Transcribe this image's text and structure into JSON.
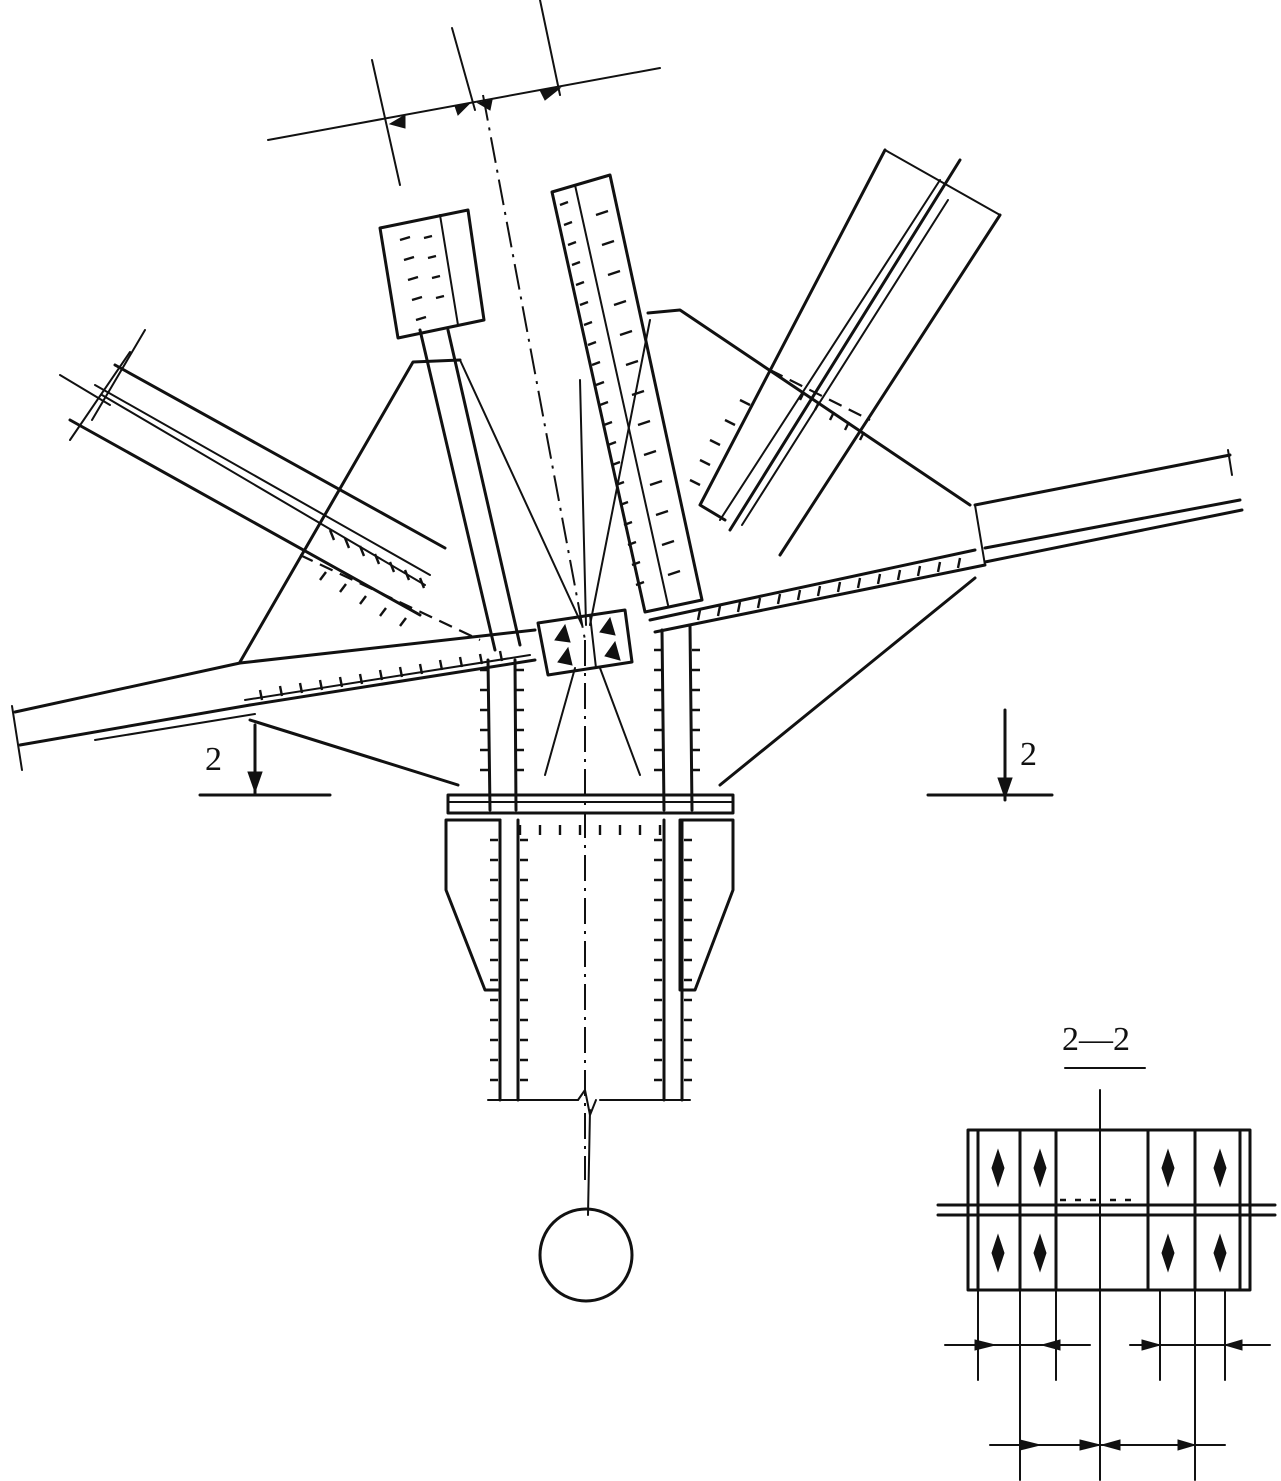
{
  "section_marks": {
    "left": "2",
    "right": "2"
  },
  "section_view": {
    "title": "2—2"
  }
}
